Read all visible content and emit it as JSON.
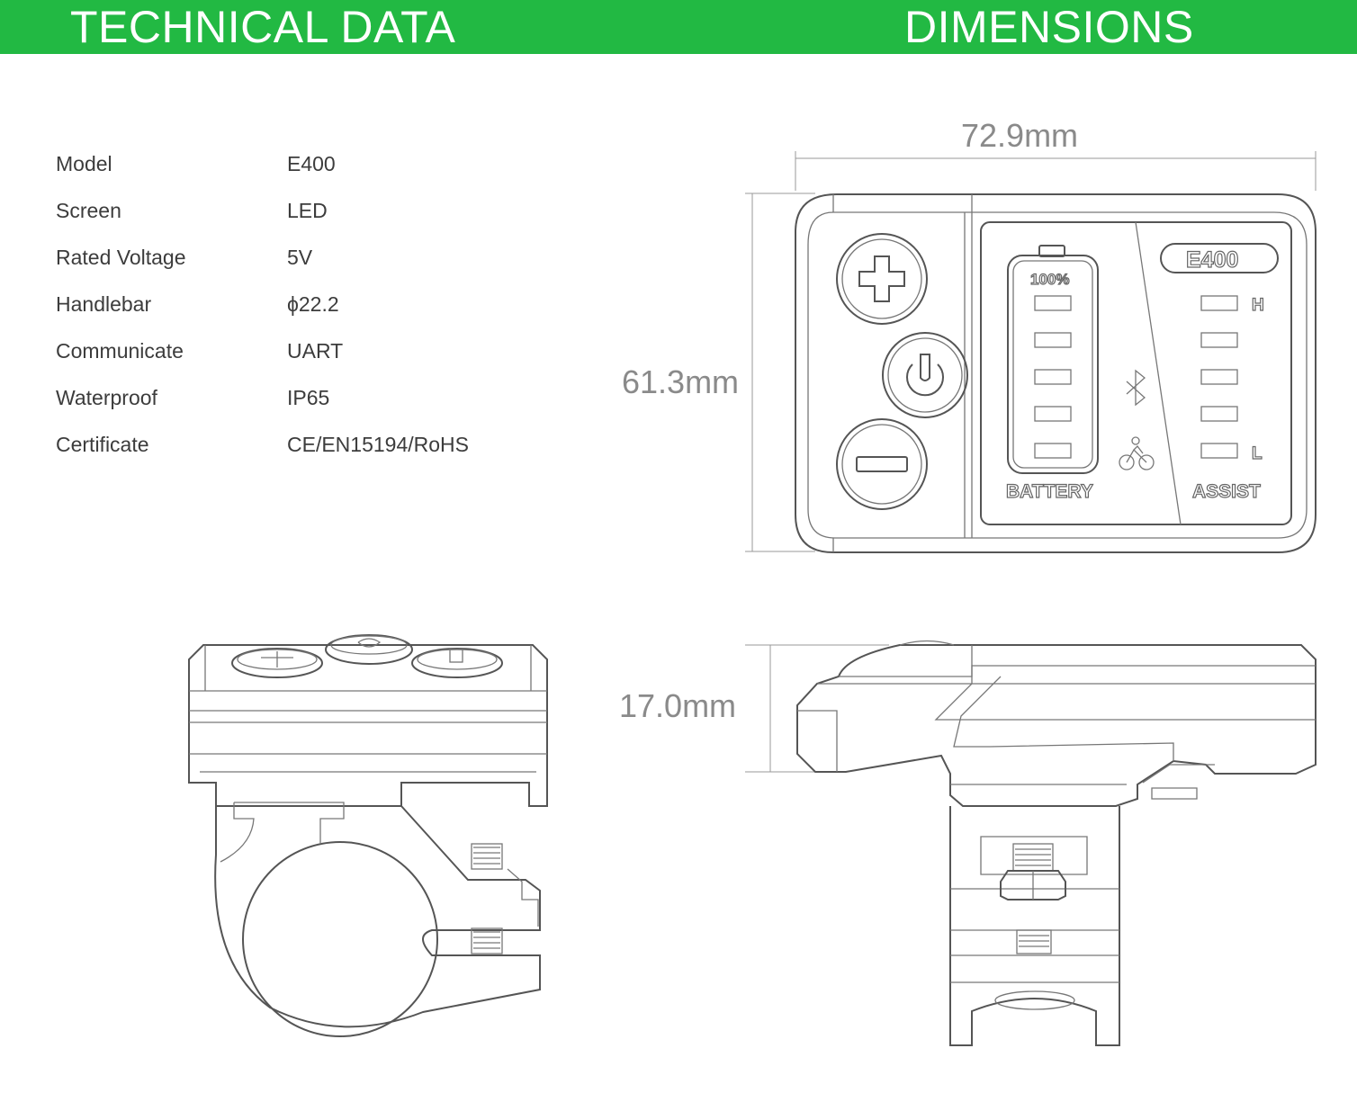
{
  "header": {
    "left_title": "TECHNICAL DATA",
    "right_title": "DIMENSIONS",
    "color": "#22b943"
  },
  "specs": [
    {
      "label": "Model",
      "value": "E400"
    },
    {
      "label": "Screen",
      "value": "LED"
    },
    {
      "label": "Rated Voltage",
      "value": "5V"
    },
    {
      "label": "Handlebar",
      "value": "ϕ22.2"
    },
    {
      "label": "Communicate",
      "value": "UART"
    },
    {
      "label": "Waterproof",
      "value": "IP65"
    },
    {
      "label": "Certificate",
      "value": "CE/EN15194/RoHS"
    }
  ],
  "dimensions": {
    "width": "72.9mm",
    "height": "61.3mm",
    "depth": "17.0mm"
  },
  "device": {
    "model_badge": "E400",
    "battery_percent": "100%",
    "battery_label": "BATTERY",
    "assist_label": "ASSIST",
    "assist_high": "H",
    "assist_low": "L",
    "icons": [
      "plus-button-icon",
      "power-button-icon",
      "minus-button-icon",
      "bluetooth-icon",
      "cyclist-icon"
    ]
  }
}
